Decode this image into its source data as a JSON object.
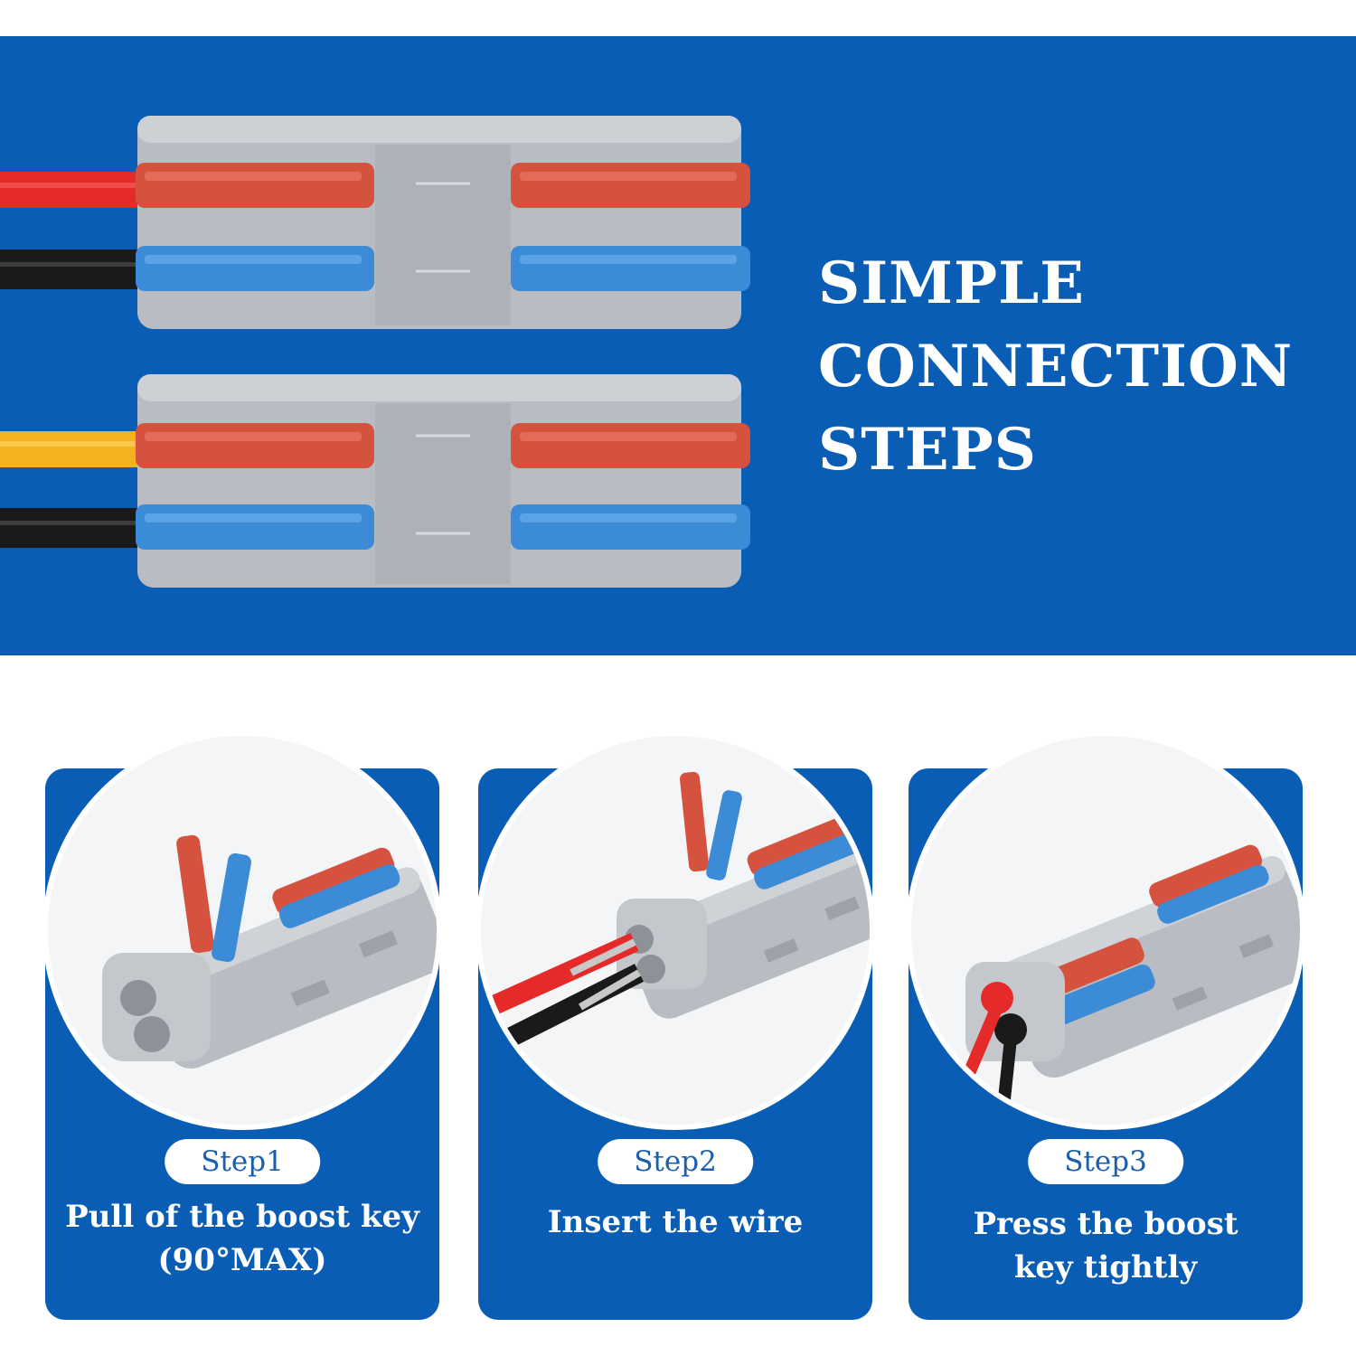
{
  "colors": {
    "brand_blue": "#0a5db4",
    "lever_red": "#d5523f",
    "lever_blue": "#3b8bd6",
    "housing_grey": "#b9bcc2",
    "wire_red": "#e52a2a",
    "wire_yellow": "#f5b21f",
    "wire_black": "#1a1a1a"
  },
  "headline": {
    "line1": "SIMPLE",
    "line2": "CONNECTION",
    "line3": "STEPS"
  },
  "steps": [
    {
      "label": "Step1",
      "caption_line1": "Pull of the boost key",
      "caption_line2": "(90°MAX)",
      "icon": "connector-open-levers-icon"
    },
    {
      "label": "Step2",
      "caption_line1": "Insert the wire",
      "caption_line2": "",
      "icon": "connector-insert-wire-icon"
    },
    {
      "label": "Step3",
      "caption_line1": "Press the boost",
      "caption_line2": "key tightly",
      "icon": "connector-closed-levers-icon"
    }
  ]
}
